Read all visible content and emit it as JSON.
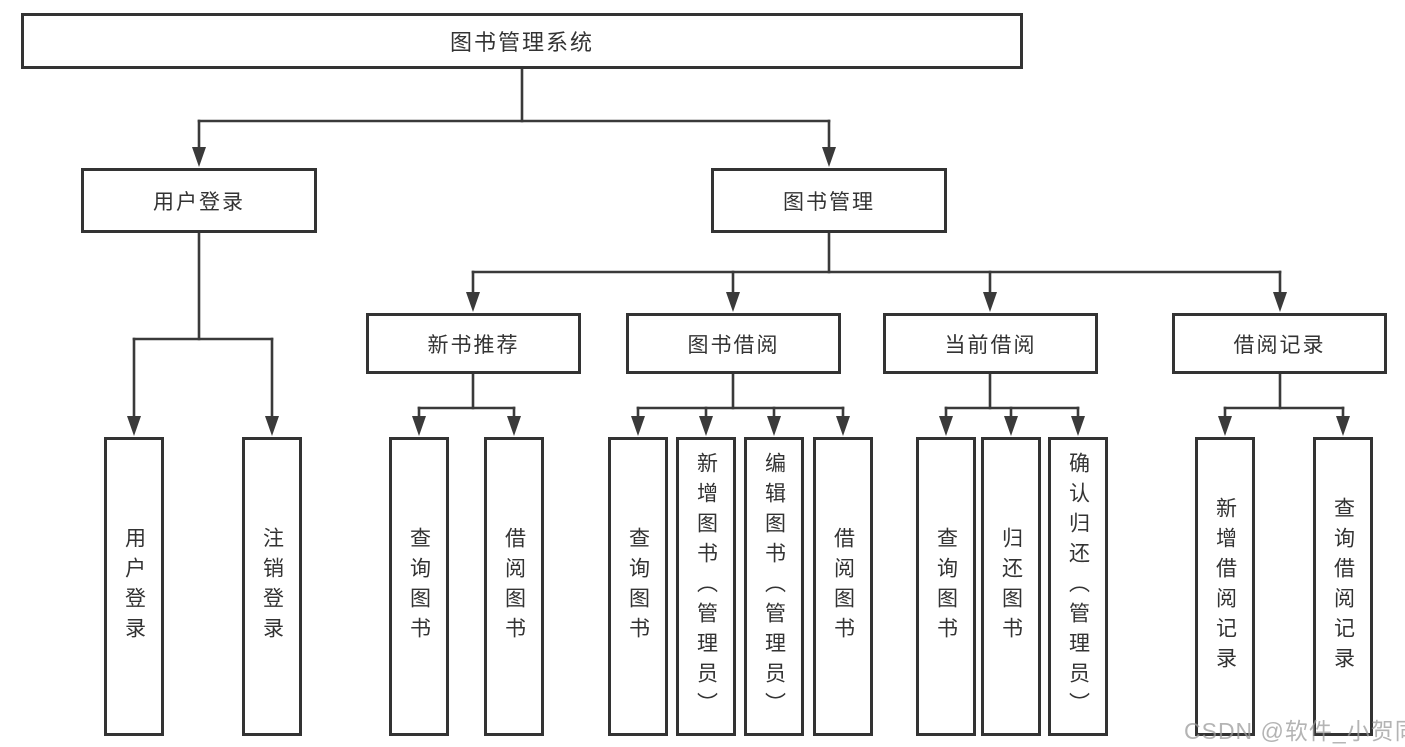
{
  "diagram": {
    "title": "图书管理系统",
    "groups": [
      {
        "label": "用户登录",
        "leaves": [
          "用户登录",
          "注销登录"
        ]
      },
      {
        "label": "图书管理",
        "subgroups": [
          {
            "label": "新书推荐",
            "leaves": [
              "查询图书",
              "借阅图书"
            ]
          },
          {
            "label": "图书借阅",
            "leaves": [
              "查询图书",
              "新增图书（管理员）",
              "编辑图书（管理员）",
              "借阅图书"
            ]
          },
          {
            "label": "当前借阅",
            "leaves": [
              "查询图书",
              "归还图书",
              "确认归还（管理员）"
            ]
          },
          {
            "label": "借阅记录",
            "leaves": [
              "新增借阅记录",
              "查询借阅记录"
            ]
          }
        ]
      }
    ]
  },
  "watermark": {
    "text": "CSDN @软件_小贺同学"
  },
  "colors": {
    "line": "#3a3a3a",
    "box_border": "#333333",
    "text": "#333333",
    "background": "#ffffff",
    "watermark": "#9b9b9b"
  }
}
